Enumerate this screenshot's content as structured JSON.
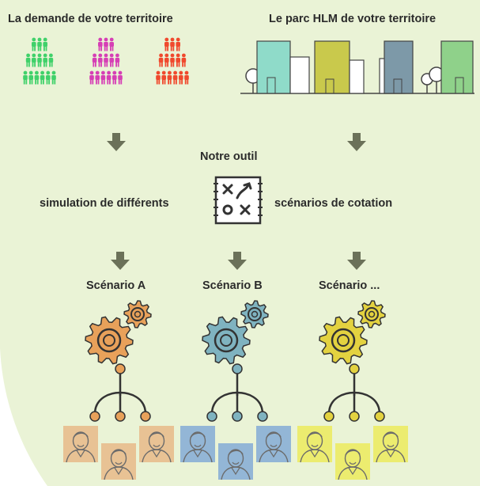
{
  "headings": {
    "demand": "La demande de votre territoire",
    "housing": "Le parc HLM de votre territoire"
  },
  "tool": {
    "title": "Notre outil",
    "left_text": "simulation de différents",
    "right_text": "scénarios de cotation"
  },
  "scenarios": [
    {
      "label": "Scénario A",
      "color": "#e8a15a",
      "person_bg": "#e8c294"
    },
    {
      "label": "Scénario B",
      "color": "#7fb3c0",
      "person_bg": "#93b6d6"
    },
    {
      "label": "Scénario ...",
      "color": "#e3d240",
      "person_bg": "#ecec6f"
    }
  ],
  "colors": {
    "background": "#eaf3d6",
    "arrow": "#6b7159",
    "people": [
      "#40d16a",
      "#d63fb5",
      "#f0492d"
    ],
    "buildings": [
      "#8fdbc9",
      "#c9c94c",
      "#7d99a8",
      "#8fd18a"
    ]
  },
  "icons": [
    "people-icon",
    "building-icon",
    "tree-icon",
    "arrow-down-icon",
    "strategy-icon",
    "gear-icon",
    "tree-diagram-icon",
    "user-icon"
  ]
}
